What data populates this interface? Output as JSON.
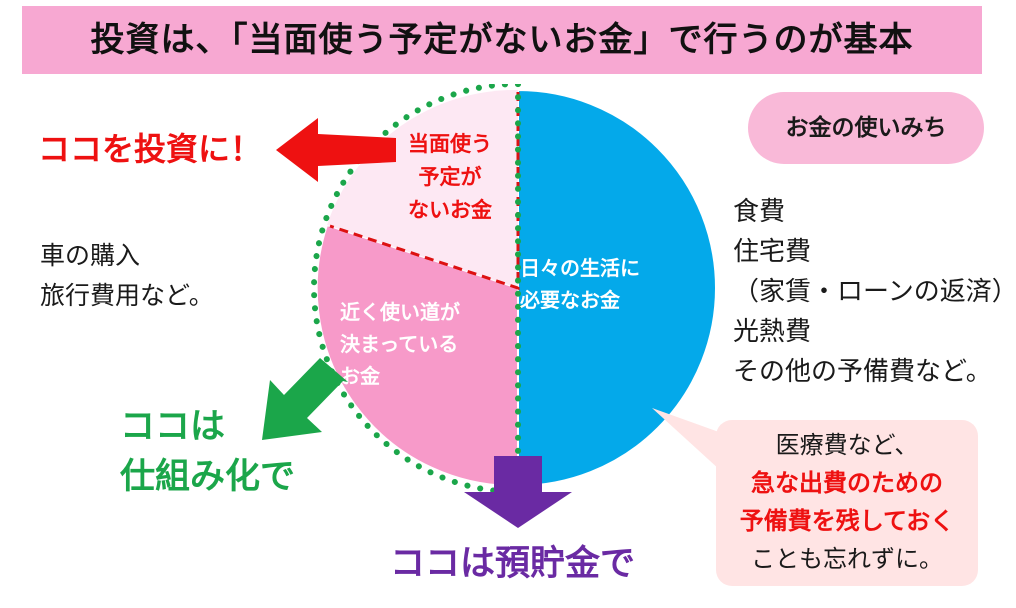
{
  "title": "投資は、「当面使う予定がないお金」で行うのが基本",
  "pie": {
    "slice_unused": [
      "当面使う",
      "予定が",
      "ないお金"
    ],
    "slice_planned": [
      "近く使い道が",
      "決まっている",
      "お金"
    ],
    "slice_daily": [
      "日々の生活に",
      "必要なお金"
    ],
    "colors": {
      "unused": "#fde8f3",
      "planned": "#f79ac9",
      "daily": "#04a9ea"
    }
  },
  "uses_badge": "お金の使いみち",
  "uses_list": [
    "食費",
    "住宅費",
    "（家賃・ローンの返済）",
    "光熱費",
    "その他の予備費など。"
  ],
  "invest_label": "ココを投資に！",
  "planned_examples": [
    "車の購入",
    "旅行費用など。"
  ],
  "system_label": [
    "ココは",
    "仕組み化で"
  ],
  "savings_label": "ココは預貯金で",
  "callout": {
    "line1": "医療費など、",
    "line2": "急な出費のための",
    "line3": "予備費を残しておく",
    "line4": "ことも忘れずに。"
  },
  "arrow_colors": {
    "red": "#ee1111",
    "green": "#1ba64a",
    "purple": "#6a2aa3"
  }
}
